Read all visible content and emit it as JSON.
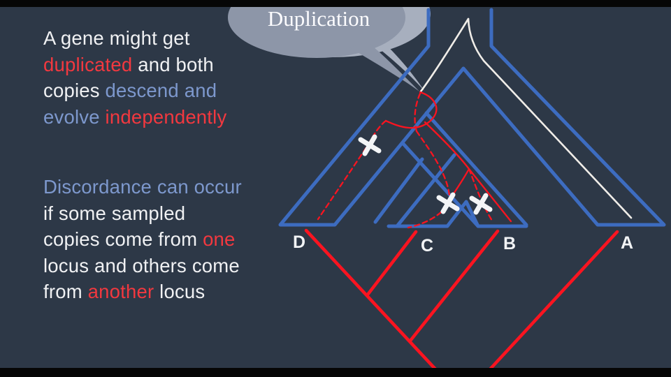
{
  "bubble": {
    "label": "Duplication"
  },
  "para1": {
    "lines": [
      [
        {
          "t": "A gene might get",
          "c": "w"
        }
      ],
      [
        {
          "t": "duplicated",
          "c": "r"
        },
        {
          "t": " and both",
          "c": "w"
        }
      ],
      [
        {
          "t": "copies ",
          "c": "w"
        },
        {
          "t": "descend and",
          "c": "b"
        }
      ],
      [
        {
          "t": "evolve ",
          "c": "b"
        },
        {
          "t": "independently",
          "c": "r"
        }
      ]
    ]
  },
  "para2": {
    "lines": [
      [
        {
          "t": "Discordance can occur",
          "c": "b"
        }
      ],
      [
        {
          "t": "if some sampled",
          "c": "w"
        }
      ],
      [
        {
          "t": "copies come from ",
          "c": "w"
        },
        {
          "t": "one",
          "c": "r"
        }
      ],
      [
        {
          "t": "locus and others come",
          "c": "w"
        }
      ],
      [
        {
          "t": "from ",
          "c": "w"
        },
        {
          "t": "another",
          "c": "r"
        },
        {
          "t": " locus",
          "c": "w"
        }
      ]
    ]
  },
  "tree": {
    "tips": [
      "D",
      "C",
      "B",
      "A"
    ],
    "loss_mark_count": 3
  },
  "theme": {
    "background": "#2d3847",
    "species_tree_blue": "#3d6cc0",
    "gene_tree_red": "#fa1420",
    "tracked_lineage_white": "#f0ede8",
    "bubble_gray": "#8d96a8",
    "bubble_shadow_gray": "#a7afbe",
    "text_white": "#f0f1f3",
    "text_red": "#f2383f",
    "text_blue": "#7d98cd"
  }
}
